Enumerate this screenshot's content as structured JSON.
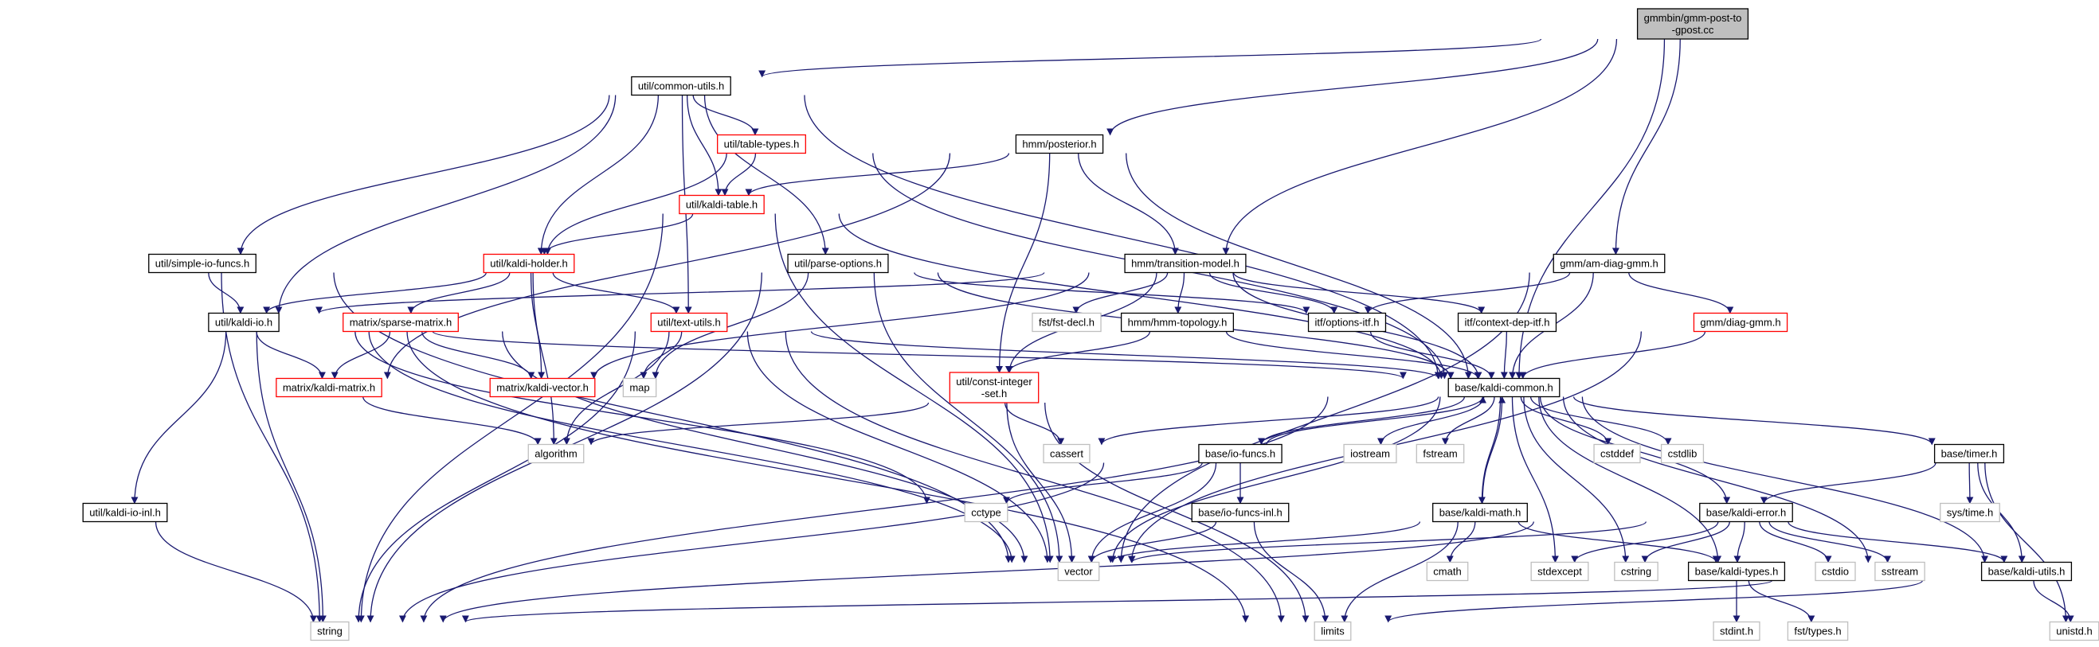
{
  "graph": {
    "nodes": [
      {
        "id": "root",
        "label": [
          "gmmbin/gmm-post-to",
          "-gpost.cc"
        ],
        "style": "root",
        "href": false
      },
      {
        "id": "util_common_utils",
        "label": [
          "util/common-utils.h"
        ],
        "style": "normal",
        "href": true
      },
      {
        "id": "hmm_posterior",
        "label": [
          "hmm/posterior.h"
        ],
        "style": "normal",
        "href": true
      },
      {
        "id": "util_table_types",
        "label": [
          "util/table-types.h"
        ],
        "style": "red",
        "href": true
      },
      {
        "id": "util_kaldi_table",
        "label": [
          "util/kaldi-table.h"
        ],
        "style": "red",
        "href": true
      },
      {
        "id": "util_simple_io",
        "label": [
          "util/simple-io-funcs.h"
        ],
        "style": "normal",
        "href": true
      },
      {
        "id": "util_kaldi_holder",
        "label": [
          "util/kaldi-holder.h"
        ],
        "style": "red",
        "href": true
      },
      {
        "id": "util_parse_options",
        "label": [
          "util/parse-options.h"
        ],
        "style": "normal",
        "href": true
      },
      {
        "id": "hmm_transition_model",
        "label": [
          "hmm/transition-model.h"
        ],
        "style": "normal",
        "href": true
      },
      {
        "id": "gmm_am_diag",
        "label": [
          "gmm/am-diag-gmm.h"
        ],
        "style": "normal",
        "href": true
      },
      {
        "id": "util_kaldi_io",
        "label": [
          "util/kaldi-io.h"
        ],
        "style": "normal",
        "href": true
      },
      {
        "id": "matrix_sparse",
        "label": [
          "matrix/sparse-matrix.h"
        ],
        "style": "red",
        "href": true
      },
      {
        "id": "util_text_utils",
        "label": [
          "util/text-utils.h"
        ],
        "style": "red",
        "href": true
      },
      {
        "id": "fst_decl",
        "label": [
          "fst/fst-decl.h"
        ],
        "style": "gray",
        "href": false
      },
      {
        "id": "hmm_topology",
        "label": [
          "hmm/hmm-topology.h"
        ],
        "style": "normal",
        "href": true
      },
      {
        "id": "itf_options",
        "label": [
          "itf/options-itf.h"
        ],
        "style": "normal",
        "href": true
      },
      {
        "id": "itf_context_dep",
        "label": [
          "itf/context-dep-itf.h"
        ],
        "style": "normal",
        "href": true
      },
      {
        "id": "gmm_diag",
        "label": [
          "gmm/diag-gmm.h"
        ],
        "style": "red",
        "href": true
      },
      {
        "id": "matrix_kaldi_matrix",
        "label": [
          "matrix/kaldi-matrix.h"
        ],
        "style": "red",
        "href": true
      },
      {
        "id": "map",
        "label": [
          "map"
        ],
        "style": "gray",
        "href": false
      },
      {
        "id": "matrix_kaldi_vector",
        "label": [
          "matrix/kaldi-vector.h"
        ],
        "style": "red",
        "href": true
      },
      {
        "id": "util_const_int",
        "label": [
          "util/const-integer",
          "-set.h"
        ],
        "style": "red",
        "href": true
      },
      {
        "id": "base_kaldi_common",
        "label": [
          "base/kaldi-common.h"
        ],
        "style": "normal",
        "href": true
      },
      {
        "id": "algorithm",
        "label": [
          "algorithm"
        ],
        "style": "gray",
        "href": false
      },
      {
        "id": "cassert",
        "label": [
          "cassert"
        ],
        "style": "gray",
        "href": false
      },
      {
        "id": "base_io_funcs",
        "label": [
          "base/io-funcs.h"
        ],
        "style": "normal",
        "href": true
      },
      {
        "id": "iostream",
        "label": [
          "iostream"
        ],
        "style": "gray",
        "href": false
      },
      {
        "id": "fstream",
        "label": [
          "fstream"
        ],
        "style": "gray",
        "href": false
      },
      {
        "id": "cstddef",
        "label": [
          "cstddef"
        ],
        "style": "gray",
        "href": false
      },
      {
        "id": "cstdlib",
        "label": [
          "cstdlib"
        ],
        "style": "gray",
        "href": false
      },
      {
        "id": "base_timer",
        "label": [
          "base/timer.h"
        ],
        "style": "normal",
        "href": true
      },
      {
        "id": "cctype",
        "label": [
          "cctype"
        ],
        "style": "gray",
        "href": false
      },
      {
        "id": "base_io_funcs_inl",
        "label": [
          "base/io-funcs-inl.h"
        ],
        "style": "normal",
        "href": true
      },
      {
        "id": "util_kaldi_io_inl",
        "label": [
          "util/kaldi-io-inl.h"
        ],
        "style": "normal",
        "href": true
      },
      {
        "id": "base_kaldi_math",
        "label": [
          "base/kaldi-math.h"
        ],
        "style": "normal",
        "href": true
      },
      {
        "id": "base_kaldi_error",
        "label": [
          "base/kaldi-error.h"
        ],
        "style": "normal",
        "href": true
      },
      {
        "id": "sys_time",
        "label": [
          "sys/time.h"
        ],
        "style": "gray",
        "href": false
      },
      {
        "id": "vector",
        "label": [
          "vector"
        ],
        "style": "gray",
        "href": false
      },
      {
        "id": "cmath",
        "label": [
          "cmath"
        ],
        "style": "gray",
        "href": false
      },
      {
        "id": "stdexcept",
        "label": [
          "stdexcept"
        ],
        "style": "gray",
        "href": false
      },
      {
        "id": "cstring",
        "label": [
          "cstring"
        ],
        "style": "gray",
        "href": false
      },
      {
        "id": "base_kaldi_types",
        "label": [
          "base/kaldi-types.h"
        ],
        "style": "normal",
        "href": true
      },
      {
        "id": "cstdio",
        "label": [
          "cstdio"
        ],
        "style": "gray",
        "href": false
      },
      {
        "id": "sstream",
        "label": [
          "sstream"
        ],
        "style": "gray",
        "href": false
      },
      {
        "id": "base_kaldi_utils",
        "label": [
          "base/kaldi-utils.h"
        ],
        "style": "normal",
        "href": true
      },
      {
        "id": "string",
        "label": [
          "string"
        ],
        "style": "gray",
        "href": false
      },
      {
        "id": "limits",
        "label": [
          "limits"
        ],
        "style": "gray",
        "href": false
      },
      {
        "id": "stdint",
        "label": [
          "stdint.h"
        ],
        "style": "gray",
        "href": false
      },
      {
        "id": "fst_types",
        "label": [
          "fst/types.h"
        ],
        "style": "gray",
        "href": false
      },
      {
        "id": "unistd",
        "label": [
          "unistd.h"
        ],
        "style": "gray",
        "href": false
      }
    ],
    "edges": [
      [
        "root",
        "util_common_utils"
      ],
      [
        "root",
        "hmm_posterior"
      ],
      [
        "root",
        "hmm_transition_model"
      ],
      [
        "root",
        "gmm_am_diag"
      ],
      [
        "root",
        "base_kaldi_common"
      ],
      [
        "util_common_utils",
        "util_table_types"
      ],
      [
        "util_common_utils",
        "util_kaldi_table"
      ],
      [
        "util_common_utils",
        "util_simple_io"
      ],
      [
        "util_common_utils",
        "util_kaldi_holder"
      ],
      [
        "util_common_utils",
        "util_parse_options"
      ],
      [
        "util_common_utils",
        "util_kaldi_io"
      ],
      [
        "util_common_utils",
        "util_text_utils"
      ],
      [
        "util_common_utils",
        "base_kaldi_common"
      ],
      [
        "hmm_posterior",
        "util_kaldi_table"
      ],
      [
        "hmm_posterior",
        "hmm_transition_model"
      ],
      [
        "hmm_posterior",
        "util_const_int"
      ],
      [
        "hmm_posterior",
        "base_kaldi_common"
      ],
      [
        "hmm_posterior",
        "matrix_kaldi_matrix"
      ],
      [
        "util_table_types",
        "util_kaldi_table"
      ],
      [
        "util_table_types",
        "util_kaldi_holder"
      ],
      [
        "util_table_types",
        "base_kaldi_common"
      ],
      [
        "util_kaldi_table",
        "util_kaldi_holder"
      ],
      [
        "util_kaldi_table",
        "base_kaldi_common"
      ],
      [
        "util_kaldi_table",
        "vector"
      ],
      [
        "util_kaldi_table",
        "string"
      ],
      [
        "util_simple_io",
        "util_kaldi_io"
      ],
      [
        "util_simple_io",
        "string"
      ],
      [
        "util_simple_io",
        "vector"
      ],
      [
        "util_kaldi_holder",
        "util_kaldi_io"
      ],
      [
        "util_kaldi_holder",
        "matrix_sparse"
      ],
      [
        "util_kaldi_holder",
        "util_text_utils"
      ],
      [
        "util_kaldi_holder",
        "matrix_kaldi_vector"
      ],
      [
        "util_kaldi_holder",
        "algorithm"
      ],
      [
        "util_parse_options",
        "map"
      ],
      [
        "util_parse_options",
        "vector"
      ],
      [
        "util_parse_options",
        "string"
      ],
      [
        "util_parse_options",
        "itf_options"
      ],
      [
        "util_parse_options",
        "base_kaldi_common"
      ],
      [
        "hmm_transition_model",
        "hmm_topology"
      ],
      [
        "hmm_transition_model",
        "itf_options"
      ],
      [
        "hmm_transition_model",
        "itf_context_dep"
      ],
      [
        "hmm_transition_model",
        "fst_decl"
      ],
      [
        "hmm_transition_model",
        "util_const_int"
      ],
      [
        "hmm_transition_model",
        "matrix_kaldi_vector"
      ],
      [
        "hmm_transition_model",
        "base_kaldi_common"
      ],
      [
        "hmm_transition_model",
        "util_kaldi_io"
      ],
      [
        "gmm_am_diag",
        "gmm_diag"
      ],
      [
        "gmm_am_diag",
        "itf_options"
      ],
      [
        "gmm_am_diag",
        "base_kaldi_common"
      ],
      [
        "gmm_am_diag",
        "vector"
      ],
      [
        "util_kaldi_io",
        "matrix_kaldi_matrix"
      ],
      [
        "util_kaldi_io",
        "util_kaldi_io_inl"
      ],
      [
        "util_kaldi_io",
        "base_kaldi_common"
      ],
      [
        "util_kaldi_io",
        "cctype"
      ],
      [
        "util_kaldi_io",
        "string"
      ],
      [
        "util_kaldi_io",
        "vector"
      ],
      [
        "util_kaldi_io",
        "limits"
      ],
      [
        "matrix_sparse",
        "matrix_kaldi_matrix"
      ],
      [
        "matrix_sparse",
        "matrix_kaldi_vector"
      ],
      [
        "matrix_sparse",
        "vector"
      ],
      [
        "util_text_utils",
        "map"
      ],
      [
        "util_text_utils",
        "algorithm"
      ],
      [
        "util_text_utils",
        "string"
      ],
      [
        "util_text_utils",
        "vector"
      ],
      [
        "util_text_utils",
        "limits"
      ],
      [
        "util_text_utils",
        "base_kaldi_common"
      ],
      [
        "hmm_topology",
        "util_const_int"
      ],
      [
        "hmm_topology",
        "base_kaldi_common"
      ],
      [
        "itf_options",
        "base_kaldi_common"
      ],
      [
        "itf_context_dep",
        "base_kaldi_common"
      ],
      [
        "gmm_diag",
        "base_kaldi_common"
      ],
      [
        "gmm_diag",
        "vector"
      ],
      [
        "matrix_kaldi_matrix",
        "algorithm"
      ],
      [
        "util_const_int",
        "algorithm"
      ],
      [
        "util_const_int",
        "cassert"
      ],
      [
        "util_const_int",
        "vector"
      ],
      [
        "util_const_int",
        "limits"
      ],
      [
        "base_kaldi_common",
        "cassert"
      ],
      [
        "base_kaldi_common",
        "base_io_funcs"
      ],
      [
        "base_kaldi_common",
        "iostream"
      ],
      [
        "base_kaldi_common",
        "fstream"
      ],
      [
        "base_kaldi_common",
        "cstddef"
      ],
      [
        "base_kaldi_common",
        "cstdlib"
      ],
      [
        "base_kaldi_common",
        "base_timer"
      ],
      [
        "base_kaldi_common",
        "base_kaldi_math"
      ],
      [
        "base_kaldi_common",
        "base_kaldi_error"
      ],
      [
        "base_kaldi_common",
        "stdexcept"
      ],
      [
        "base_kaldi_common",
        "cstring"
      ],
      [
        "base_kaldi_common",
        "base_kaldi_types"
      ],
      [
        "base_kaldi_common",
        "sstream"
      ],
      [
        "base_kaldi_common",
        "base_kaldi_utils"
      ],
      [
        "base_kaldi_common",
        "vector"
      ],
      [
        "base_kaldi_common",
        "string"
      ],
      [
        "base_io_funcs",
        "base_kaldi_common"
      ],
      [
        "base_io_funcs",
        "cctype"
      ],
      [
        "base_io_funcs",
        "base_io_funcs_inl"
      ],
      [
        "base_io_funcs",
        "vector"
      ],
      [
        "base_io_funcs",
        "string"
      ],
      [
        "base_io_funcs_inl",
        "vector"
      ],
      [
        "base_io_funcs_inl",
        "limits"
      ],
      [
        "base_kaldi_math",
        "base_kaldi_common"
      ],
      [
        "base_kaldi_math",
        "vector"
      ],
      [
        "base_kaldi_math",
        "cmath"
      ],
      [
        "base_kaldi_math",
        "limits"
      ],
      [
        "base_kaldi_math",
        "base_kaldi_types"
      ],
      [
        "base_timer",
        "base_kaldi_error"
      ],
      [
        "base_timer",
        "sys_time"
      ],
      [
        "base_timer",
        "base_kaldi_utils"
      ],
      [
        "base_timer",
        "unistd"
      ],
      [
        "base_kaldi_error",
        "vector"
      ],
      [
        "base_kaldi_error",
        "stdexcept"
      ],
      [
        "base_kaldi_error",
        "cstring"
      ],
      [
        "base_kaldi_error",
        "base_kaldi_types"
      ],
      [
        "base_kaldi_error",
        "cstdio"
      ],
      [
        "base_kaldi_error",
        "sstream"
      ],
      [
        "base_kaldi_error",
        "base_kaldi_utils"
      ],
      [
        "base_kaldi_error",
        "string"
      ],
      [
        "base_kaldi_types",
        "stdint"
      ],
      [
        "base_kaldi_types",
        "fst_types"
      ],
      [
        "base_kaldi_utils",
        "string"
      ],
      [
        "base_kaldi_utils",
        "limits"
      ],
      [
        "base_kaldi_utils",
        "unistd"
      ],
      [
        "util_kaldi_io_inl",
        "string"
      ]
    ]
  }
}
